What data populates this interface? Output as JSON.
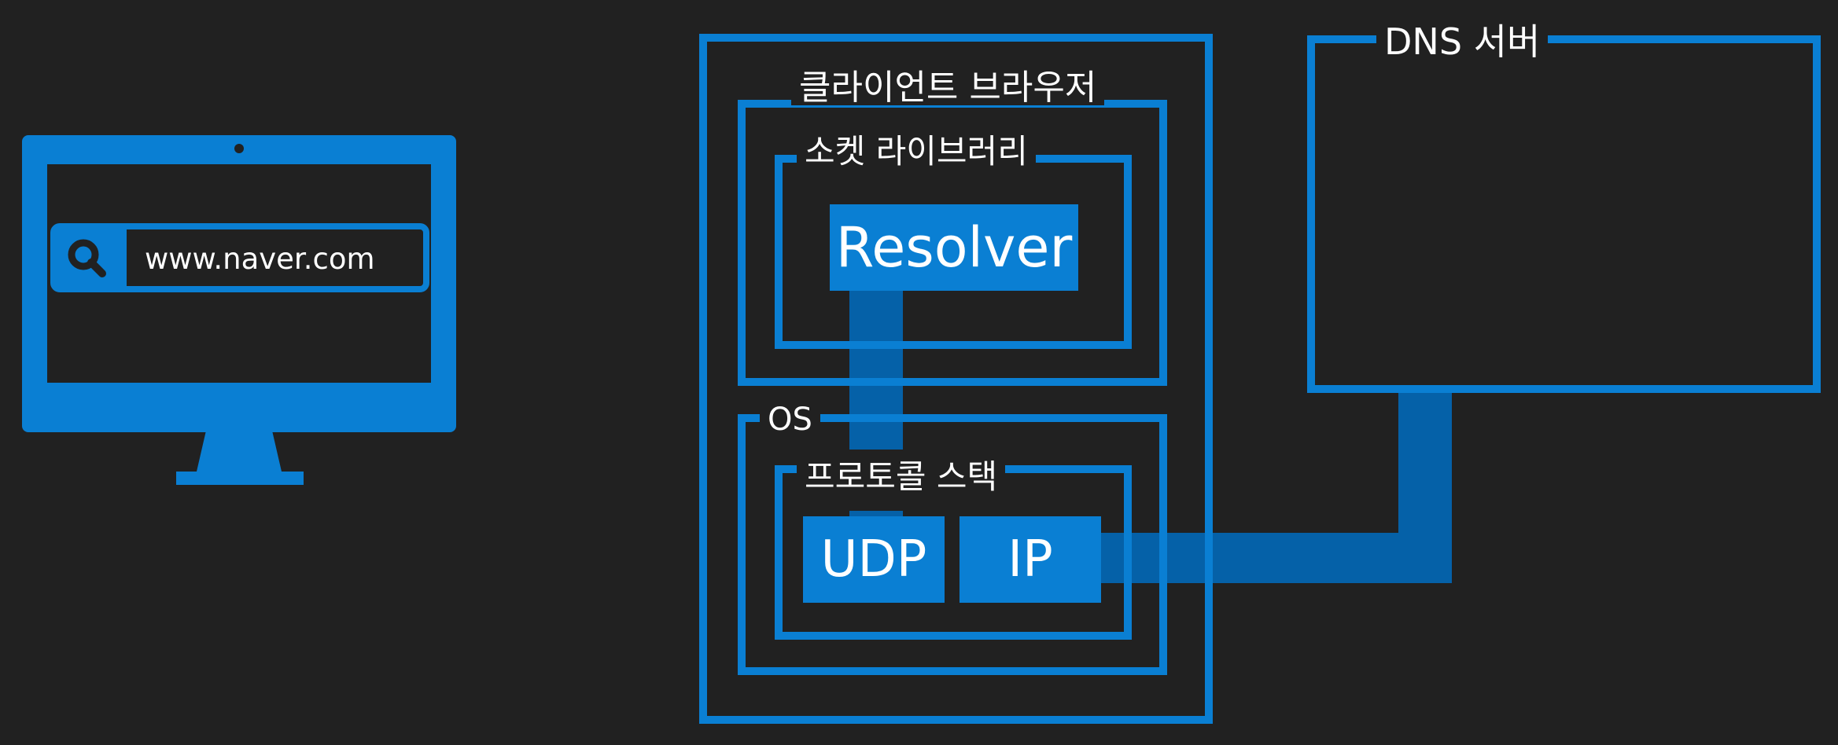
{
  "computer": {
    "url_text": "www.naver.com",
    "icons": [
      "monitor-icon",
      "search-icon",
      "camera-dot-icon"
    ]
  },
  "client": {
    "browser_label": "클라이언트 브라우저",
    "socket_label": "소켓 라이브러리",
    "resolver_label": "Resolver",
    "os_label": "OS",
    "stack_label": "프로토콜 스택",
    "udp_label": "UDP",
    "ip_label": "IP"
  },
  "server": {
    "label": "DNS 서버"
  },
  "colors": {
    "background": "#212121",
    "blue": "#0a7fd3",
    "flow": "#0561a8",
    "text": "#ffffff"
  }
}
